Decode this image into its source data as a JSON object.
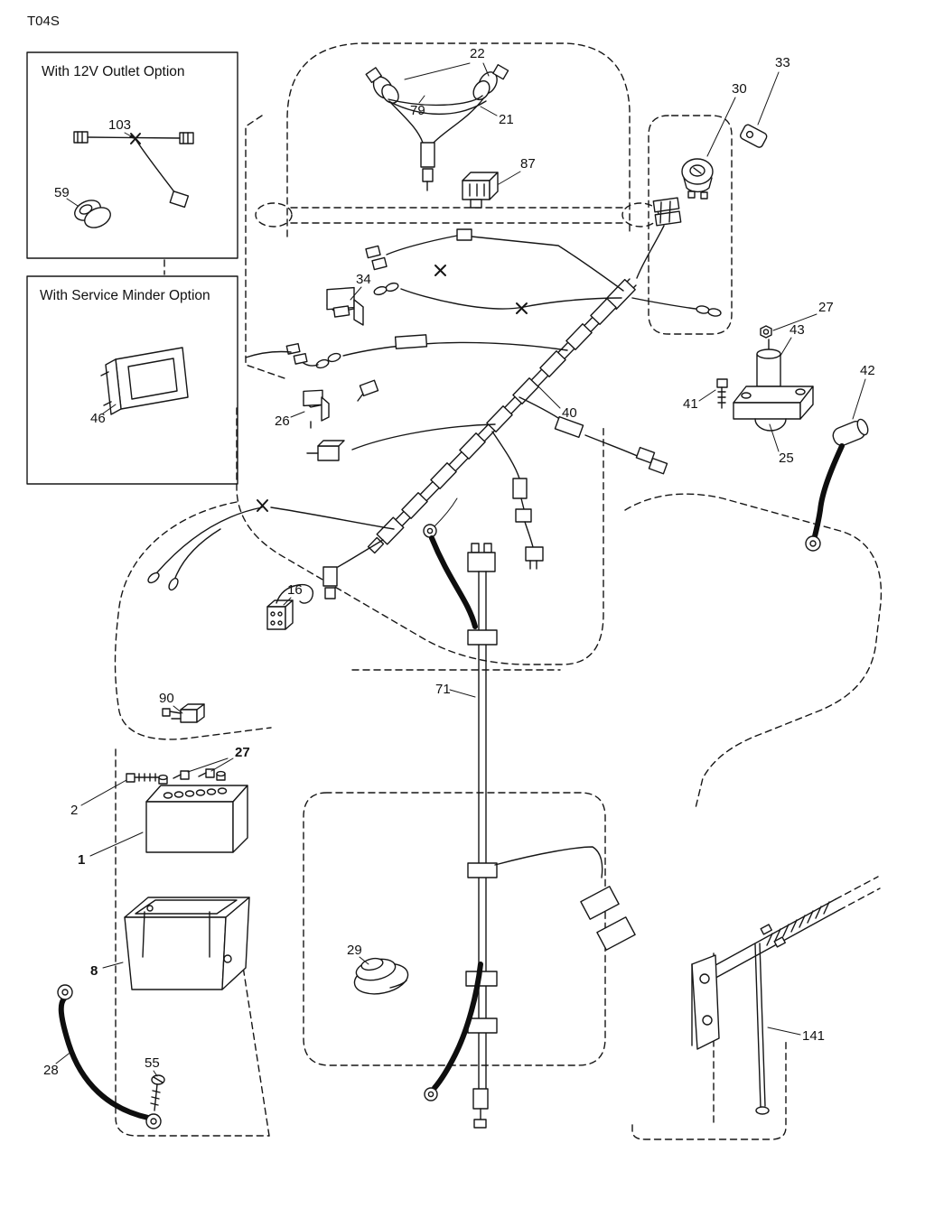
{
  "page_title": "T04S",
  "outlet_box": {
    "title": "With 12V Outlet Option",
    "label_103": "103",
    "label_59": "59"
  },
  "service_box": {
    "title": "With Service Minder Option",
    "label_46": "46"
  },
  "part_labels": {
    "l22": "22",
    "l79": "79",
    "l21": "21",
    "l87": "87",
    "l33": "33",
    "l30": "30",
    "l34": "34",
    "l26": "26",
    "l40": "40",
    "l27a": "27",
    "l43": "43",
    "l41": "41",
    "l42": "42",
    "l25": "25",
    "l16": "16",
    "l90": "90",
    "l27b": "27",
    "l2": "2",
    "l1": "1",
    "l8": "8",
    "l29": "29",
    "l71": "71",
    "l28": "28",
    "l55": "55",
    "l141": "141"
  }
}
